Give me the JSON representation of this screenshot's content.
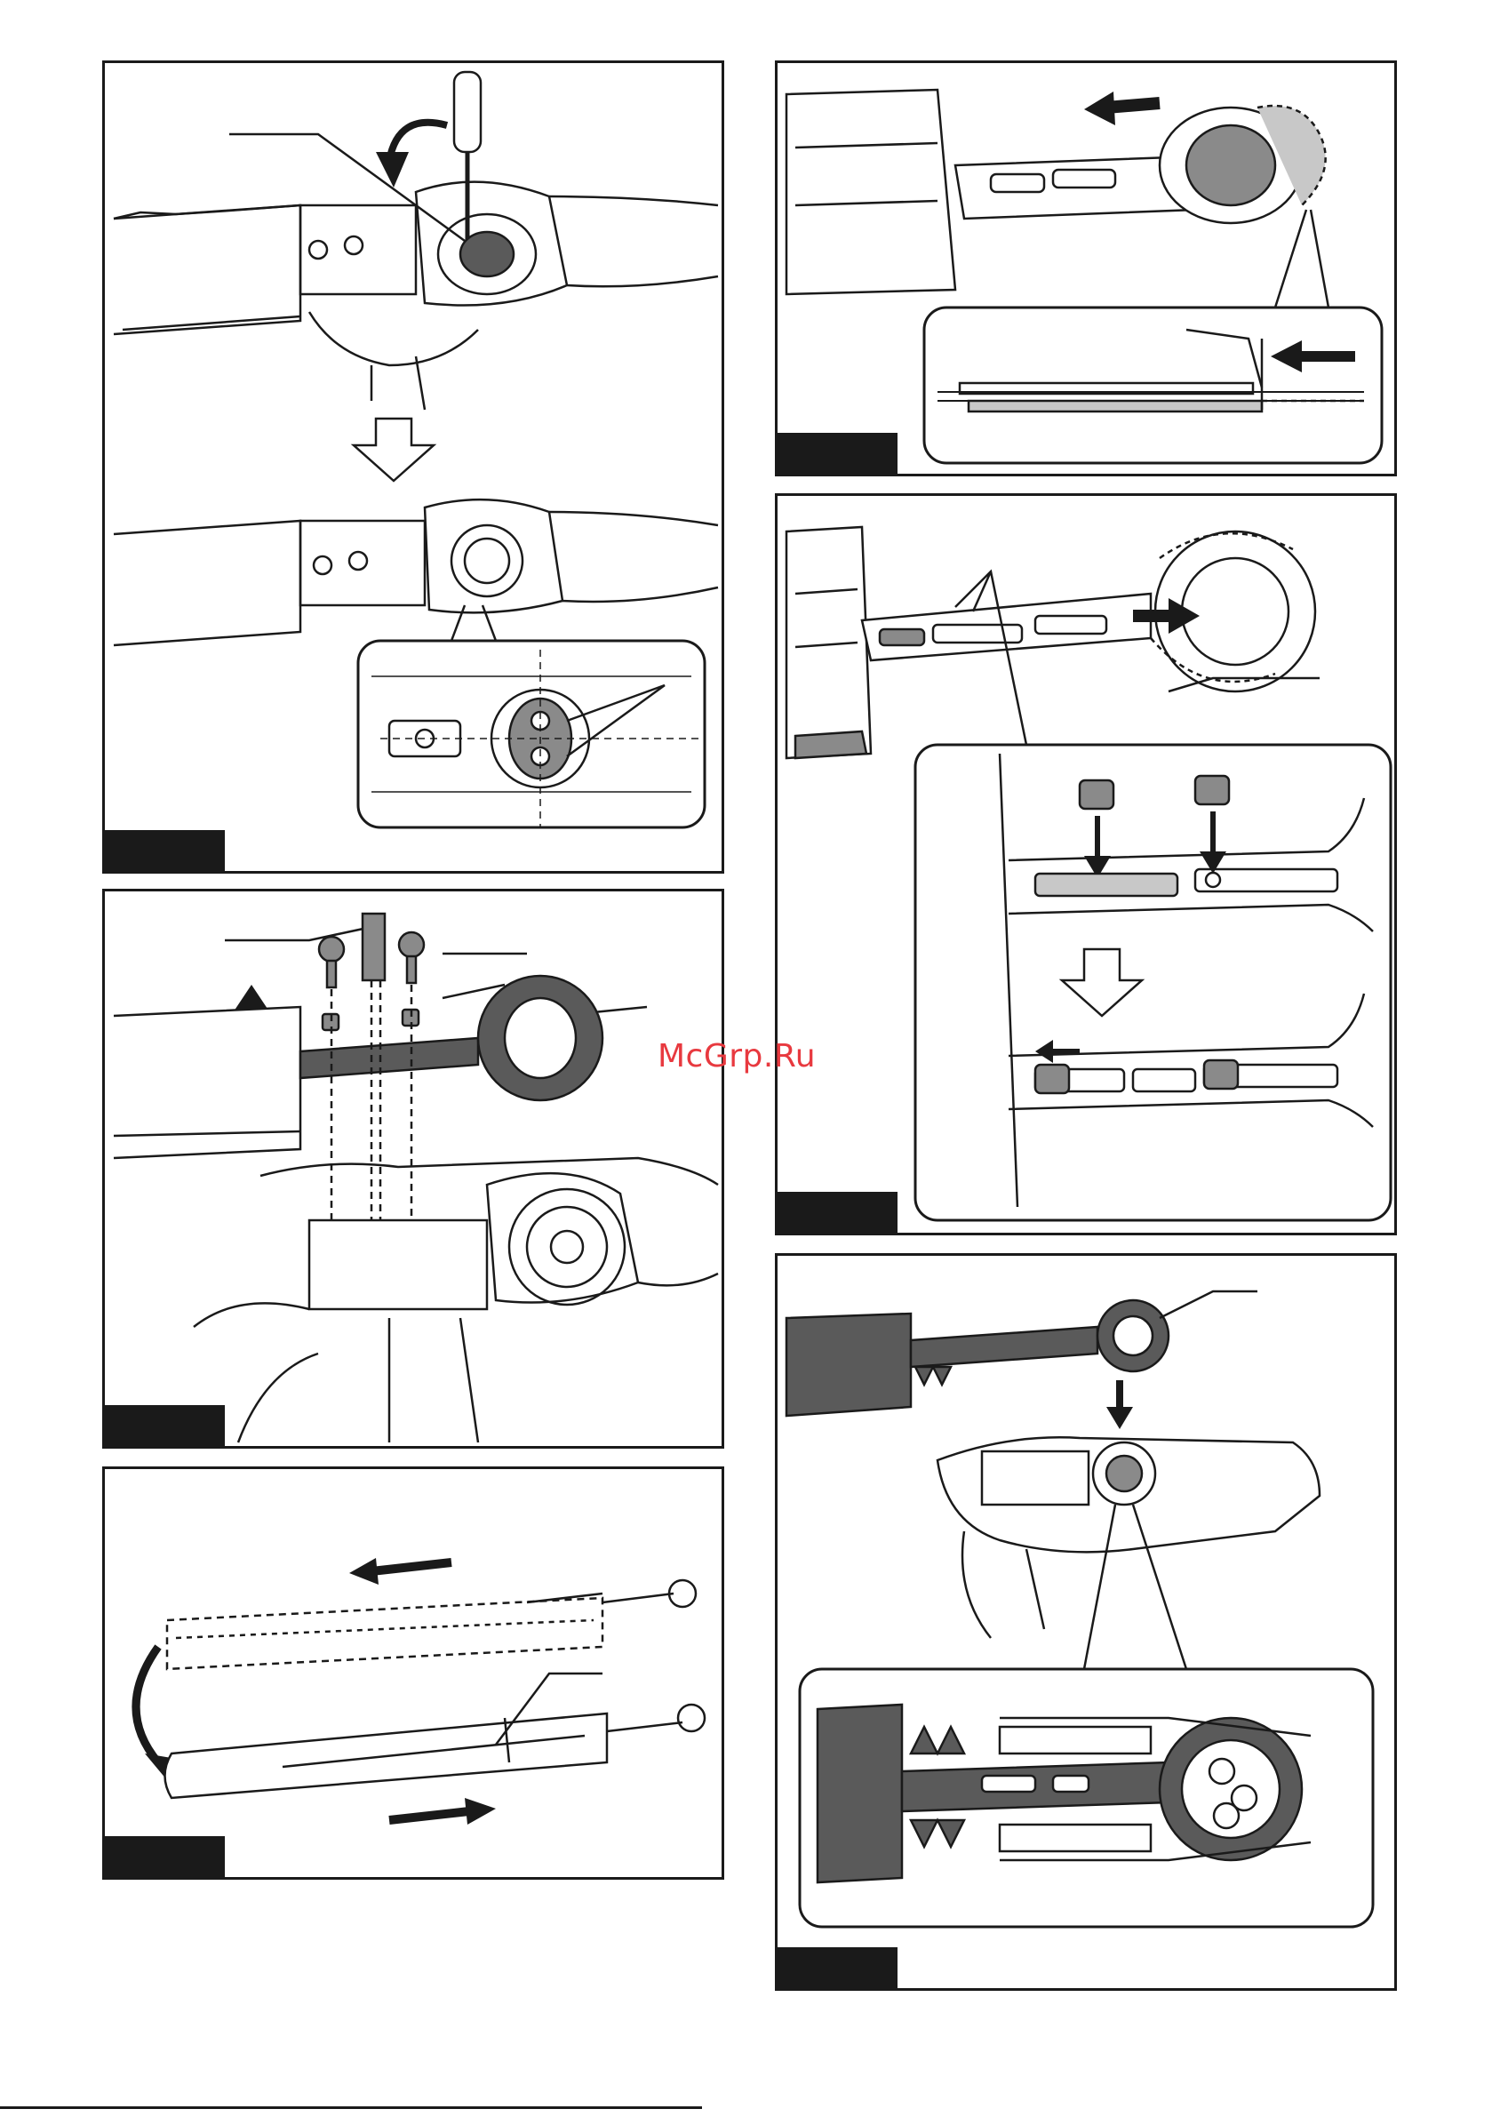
{
  "watermark": "McGrp.Ru",
  "colors": {
    "stroke": "#1a1a1a",
    "fill_dark": "#5a5a5a",
    "fill_mid": "#8a8a8a",
    "fill_light": "#c8c8c8",
    "watermark": "#e8393f"
  },
  "panels": [
    {
      "id": "fig1",
      "description": "remove-screw-and-rotate"
    },
    {
      "id": "fig2",
      "description": "blade-cover-exploded"
    },
    {
      "id": "fig3",
      "description": "blade-in-case"
    },
    {
      "id": "fig4",
      "description": "slide-blade-lever"
    },
    {
      "id": "fig5",
      "description": "insert-blade-pins"
    },
    {
      "id": "fig6",
      "description": "install-blade"
    }
  ]
}
